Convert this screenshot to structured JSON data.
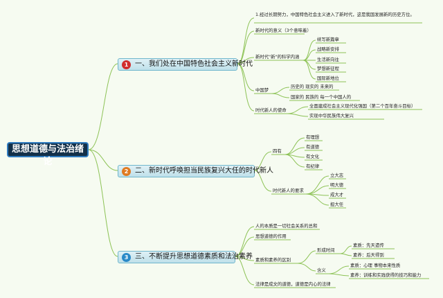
{
  "root": "思想道德与法治绪论",
  "branches": [
    {
      "num": "1",
      "label": "一、我们处在中国特色社会主义新时代",
      "color": "#d12d2d"
    },
    {
      "num": "2",
      "label": "二、新时代呼唤担当民族复兴大任的时代新人",
      "color": "#e07b22"
    },
    {
      "num": "3",
      "label": "三、不断提升思想道德素质和法治素养",
      "color": "#2a8ac8"
    }
  ],
  "b1": {
    "intro": "1.经过长期努力，中国特色社会主义进入了新时代，这是我国发展新的历史方位。",
    "meaning": "新时代的意义（3个意味着）",
    "sci": "新时代\"新\"的科学内涵",
    "sci_items": [
      "续写新篇章",
      "战略新安排",
      "生活新向往",
      "梦想新征程",
      "国际新地位"
    ],
    "dream": "中国梦",
    "dream_items": [
      "历史的 现实的 未来的",
      "国家的 民族的 每一个中国人的"
    ],
    "mission": "时代新人的使命",
    "mission_items": [
      "全面建成社会主义现代化强国（第二个百年奋斗目标）",
      "实现中华民族伟大复兴"
    ]
  },
  "b2": {
    "sy": "四有",
    "sy_items": [
      "有理想",
      "有道德",
      "有文化",
      "有纪律"
    ],
    "req": "时代新人的要求",
    "req_items": [
      "立大志",
      "明大德",
      "成大才",
      "担大任"
    ]
  },
  "b3": {
    "essence": "人的本质是一切社会关系的总和",
    "role": "思想道德的作用",
    "diff": "素质和素养的区别",
    "form": "形成时间",
    "form_items": [
      "素质：先天遗传",
      "素养：后天得到"
    ],
    "meaning": "含义",
    "meaning_items": [
      "素质：心理 事物本来性质",
      "素养：训练和实践获得的技巧和能力"
    ],
    "law": "法律是成文的道德，道德是内心的法律"
  }
}
